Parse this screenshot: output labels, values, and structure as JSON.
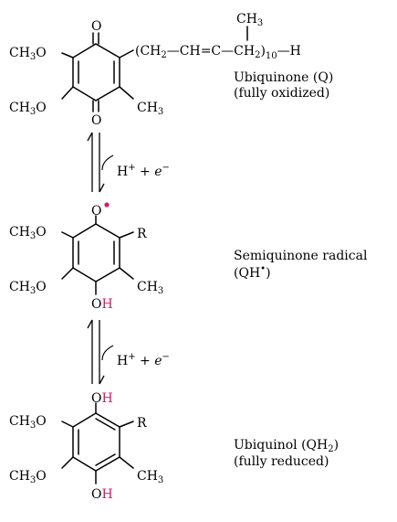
{
  "colors": {
    "highlight": "#d6186f",
    "ink": "#000000",
    "background": "#ffffff"
  },
  "labels": {
    "methoxy_formula": "CH",
    "methoxy_sub": "3",
    "methoxy_tail": "O",
    "methyl_formula": "CH",
    "methyl_sub": "3",
    "oxygen": "O",
    "hydroxyl_o": "O",
    "hydroxyl_h": "H",
    "r_group": "R",
    "chain_open": "(CH",
    "chain_sub2": "2",
    "chain_mid": "—CH",
    "chain_eq": "=",
    "chain_c": "C",
    "chain_dash": "—CH",
    "chain_close_sub": "2",
    "chain_close": ")",
    "chain_n": "10",
    "chain_end": "—H",
    "chain_top_ch": "CH",
    "chain_top_sub": "3"
  },
  "reactions": [
    {
      "proton": "H",
      "proton_charge": "+",
      "plus": " + ",
      "electron": "e",
      "electron_charge": "−"
    },
    {
      "proton": "H",
      "proton_charge": "+",
      "plus": " + ",
      "electron": "e",
      "electron_charge": "−"
    }
  ],
  "species": [
    {
      "name": "Ubiquinone (Q)",
      "state": "(fully oxidized)"
    },
    {
      "name": "Semiquinone radical",
      "formula": "(QH",
      "formula_dot": "•",
      "formula_end": ")"
    },
    {
      "name": "Ubiquinol (QH",
      "name_sub": "2",
      "name_end": ")",
      "state": "(fully reduced)"
    }
  ]
}
